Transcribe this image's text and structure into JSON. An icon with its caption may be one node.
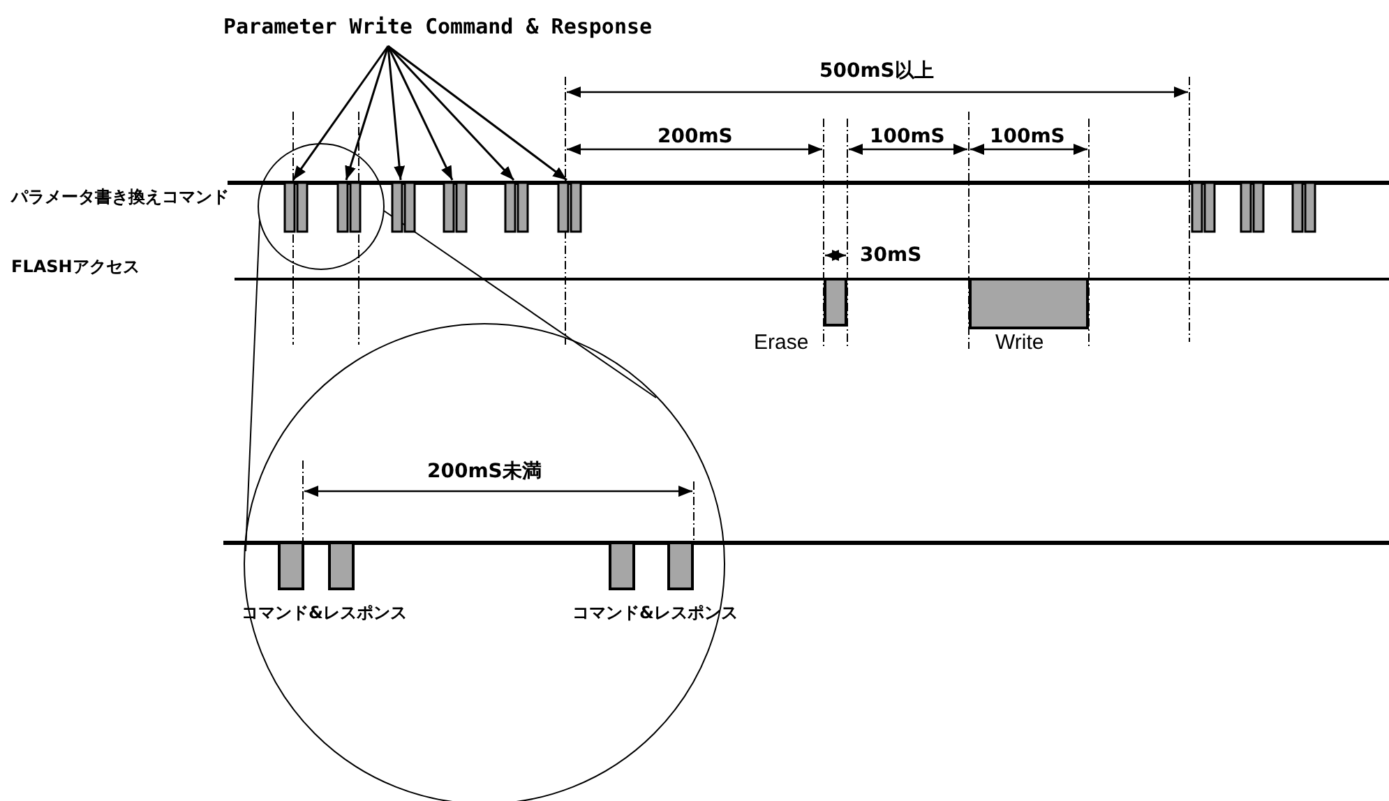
{
  "diagram": {
    "nodes": [
      {
        "text": [
          "Parameter Write Command & Response"
        ]
      },
      {
        "text": [],
        "shape": "bar"
      },
      {
        "text": [],
        "shape": "bar"
      },
      {
        "text": [],
        "shape": "bar"
      },
      {
        "text": [],
        "shape": "bar"
      },
      {
        "text": [],
        "shape": "bar"
      },
      {
        "text": [],
        "shape": "bar"
      },
      {
        "text": [],
        "shape": "bar",
        "beside": [
          "Erase"
        ]
      },
      {
        "text": [],
        "shape": "bar",
        "beside": [
          "Write"
        ]
      },
      {
        "text": [],
        "shape": "bar"
      },
      {
        "text": [],
        "shape": "bar"
      },
      {
        "text": [],
        "shape": "bar"
      },
      {
        "text": [],
        "shape": "bar",
        "beside": [
          "コマンド&レスポンス"
        ]
      },
      {
        "text": [],
        "shape": "bar",
        "beside": [
          "コマンド&レスポンス"
        ]
      }
    ],
    "edges": [
      {
        "from": 0,
        "to": 1,
        "arrow": "to"
      },
      {
        "from": 0,
        "to": 2,
        "arrow": "to"
      },
      {
        "from": 0,
        "to": 3,
        "arrow": "to"
      },
      {
        "from": 0,
        "to": 4,
        "arrow": "to"
      },
      {
        "from": 0,
        "to": 5,
        "arrow": "to"
      },
      {
        "from": 0,
        "to": 6,
        "arrow": "to"
      }
    ],
    "labels": [
      "500mS以上",
      "200mS",
      "100mS",
      "100mS",
      "パラメータ書き換えコマンド",
      "30mS",
      "FLASHアクセス",
      "200mS未満"
    ]
  }
}
